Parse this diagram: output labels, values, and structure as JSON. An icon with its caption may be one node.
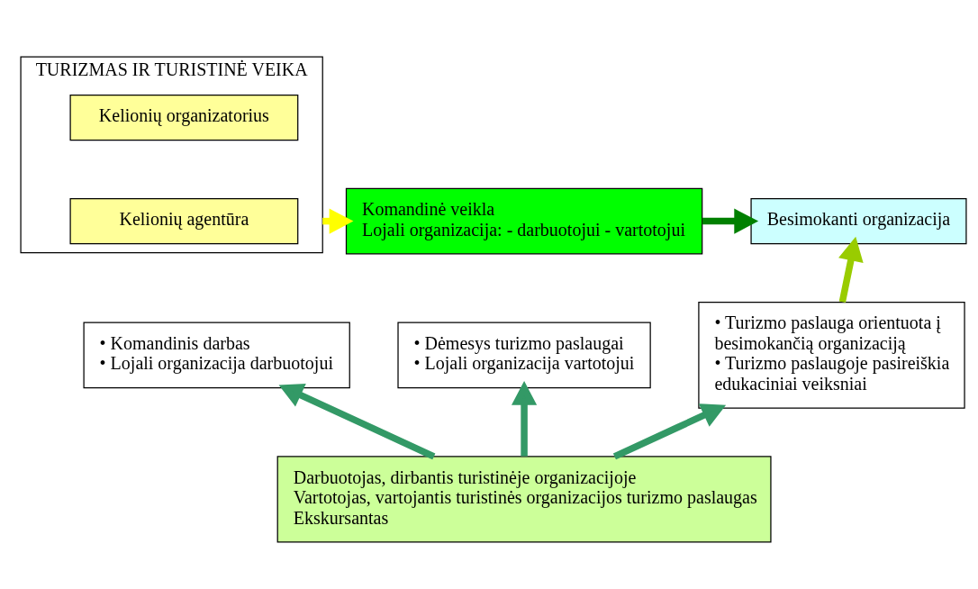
{
  "diagram": {
    "nodes": [
      {
        "text": [
          "TURIZMAS IR TURISTINĖ VEIKA"
        ]
      },
      {
        "text": [
          "Kelionių organizatorius"
        ],
        "in": 0
      },
      {
        "text": [
          "Kelionių agentūra"
        ],
        "in": 0
      },
      {
        "text": [
          "Komandinė veikla",
          "Lojali organizacija: - darbuotojui - vartotojui"
        ]
      },
      {
        "text": [
          "Besimokanti organizacija"
        ]
      },
      {
        "text": [
          "• Komandinis darbas",
          "• Lojali organizacija darbuotojui"
        ]
      },
      {
        "text": [
          "• Dėmesys turizmo paslaugai",
          "• Lojali organizacija vartotojui"
        ]
      },
      {
        "text": [
          "• Turizmo paslauga orientuota į besimokančią organizaciją",
          "• Turizmo paslaugoje pasireiškia edukaciniai veiksniai"
        ]
      },
      {
        "text": [
          "Darbuotojas, dirbantis turistinėje organizacijoje",
          "Vartotojas, vartojantis turistinės organizacijos turizmo paslaugas",
          "Ekskursantas"
        ]
      }
    ],
    "edges": [
      {
        "from": 0,
        "to": 3,
        "arrow": "to",
        "color": "#ffff00"
      },
      {
        "from": 3,
        "to": 4,
        "arrow": "to",
        "color": "#008000"
      },
      {
        "from": 7,
        "to": 4,
        "arrow": "to",
        "color": "#99cc00"
      },
      {
        "from": 8,
        "to": 5,
        "arrow": "to"
      },
      {
        "from": 8,
        "to": 6,
        "arrow": "to"
      },
      {
        "from": 8,
        "to": 7,
        "arrow": "to"
      }
    ]
  }
}
